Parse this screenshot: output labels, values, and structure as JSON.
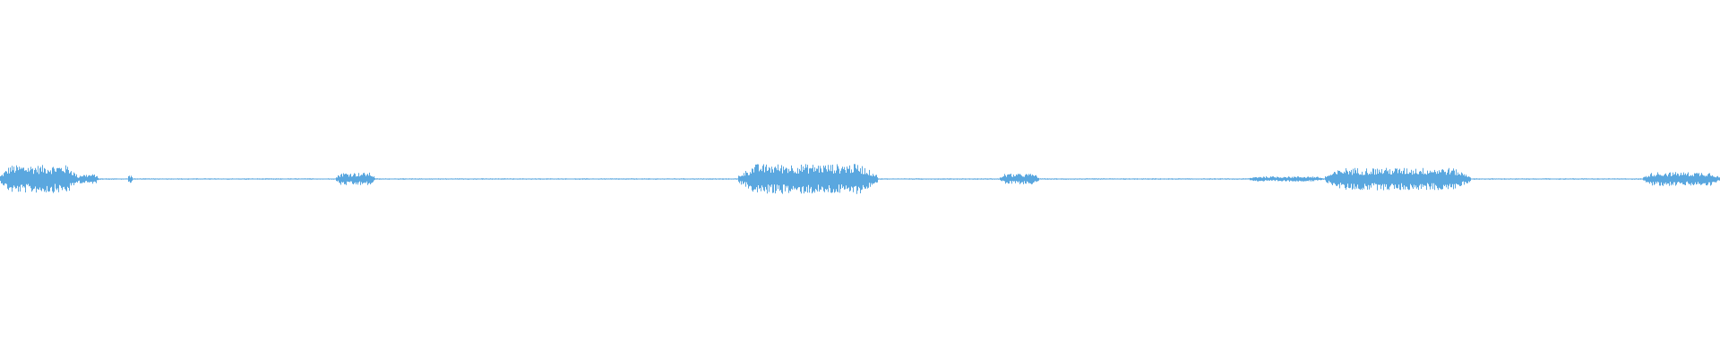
{
  "colors": {
    "background": "#ffffff",
    "waveform": "#5aa7df"
  },
  "waveform": {
    "baseline_amplitude": 0.012,
    "segments": [
      {
        "start": 0.0,
        "end": 0.045,
        "amplitude": 0.26
      },
      {
        "start": 0.045,
        "end": 0.057,
        "amplitude": 0.09
      },
      {
        "start": 0.074,
        "end": 0.077,
        "amplitude": 0.07
      },
      {
        "start": 0.195,
        "end": 0.218,
        "amplitude": 0.12
      },
      {
        "start": 0.429,
        "end": 0.51,
        "amplitude": 0.28
      },
      {
        "start": 0.581,
        "end": 0.604,
        "amplitude": 0.1
      },
      {
        "start": 0.725,
        "end": 0.77,
        "amplitude": 0.05
      },
      {
        "start": 0.77,
        "end": 0.855,
        "amplitude": 0.21
      },
      {
        "start": 0.955,
        "end": 1.0,
        "amplitude": 0.13
      }
    ]
  }
}
